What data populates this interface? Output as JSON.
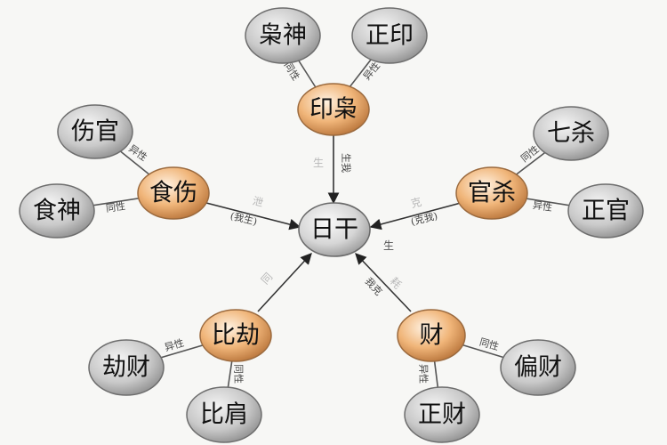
{
  "center": {
    "label": "日干"
  },
  "nodes": {
    "yinxiao": "印枭",
    "xiaoshen": "枭神",
    "zhengyin": "正印",
    "shishang": "食伤",
    "shangguan": "伤官",
    "shishen": "食神",
    "guansha": "官杀",
    "qisha": "七杀",
    "zhengguan": "正官",
    "bijie": "比劫",
    "jiecai": "劫财",
    "bijian": "比肩",
    "cai": "财",
    "piancai": "偏财",
    "zhengcai": "正财"
  },
  "edge_labels": {
    "yin_sheng": "生",
    "yin_sheng_note": "生我",
    "xiao_link": "同性",
    "zhengyin_link": "异性",
    "shi_xie": "泄",
    "shi_xie_note": "(我生)",
    "shangguan_link": "异性",
    "shishen_link": "同性",
    "guan_ke": "克",
    "guan_ke_note": "(克我)",
    "qisha_link": "同性",
    "zhengguan_link": "异性",
    "bi_tong": "同",
    "cai_hao": "耗",
    "cai_hao_note": "我克",
    "center_sheng": "生",
    "jiecai_link": "异性",
    "bijian_link": "同性",
    "piancai_link": "同性",
    "zhengcai_link": "异性"
  },
  "colors": {
    "gray_node": "#c9c9c9",
    "gold_node": "#e8a86a",
    "center_node": "#d2d2d2",
    "line": "#555555"
  }
}
